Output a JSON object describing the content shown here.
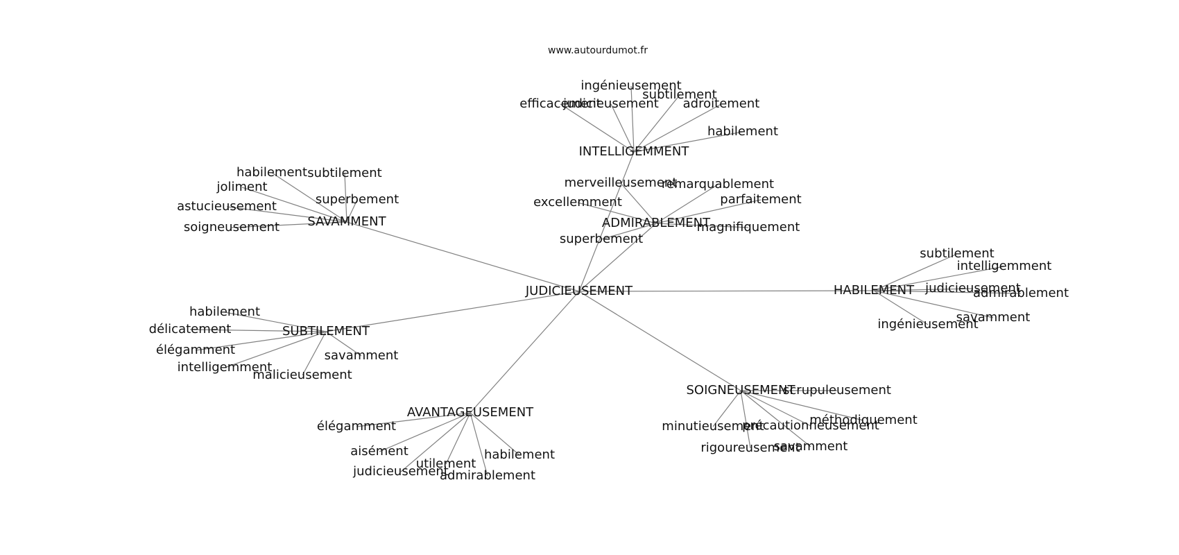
{
  "source_text": "www.autourdumot.fr",
  "colors": {
    "edge": "#808080",
    "text": "#111111",
    "background": "#ffffff"
  },
  "graph": {
    "center": "JUDICIEUSEMENT",
    "hubs": [
      {
        "id": "intelligemment",
        "label": "INTELLIGEMMENT",
        "leaves": [
          "ingénieusement",
          "efficacement",
          "judicieusement",
          "subtilement",
          "adroitement",
          "habilement"
        ]
      },
      {
        "id": "admirablement",
        "label": "ADMIRABLEMENT",
        "leaves": [
          "merveilleusement",
          "remarquablement",
          "parfaitement",
          "excellemment",
          "magnifiquement",
          "superbement"
        ]
      },
      {
        "id": "savamment",
        "label": "SAVAMMENT",
        "leaves": [
          "habilement",
          "subtilement",
          "joliment",
          "superbement",
          "astucieusement",
          "soigneusement"
        ]
      },
      {
        "id": "habilement",
        "label": "HABILEMENT",
        "leaves": [
          "subtilement",
          "intelligemment",
          "judicieusement",
          "admirablement",
          "savamment",
          "ingénieusement"
        ]
      },
      {
        "id": "subtilement",
        "label": "SUBTILEMENT",
        "leaves": [
          "habilement",
          "délicatement",
          "élégamment",
          "savamment",
          "intelligemment",
          "malicieusement"
        ]
      },
      {
        "id": "soigneusement",
        "label": "SOIGNEUSEMENT",
        "leaves": [
          "scrupuleusement",
          "méthodiquement",
          "minutieusement",
          "précautionneusement",
          "rigoureusement",
          "savamment"
        ]
      },
      {
        "id": "avantageusement",
        "label": "AVANTAGEUSEMENT",
        "leaves": [
          "élégamment",
          "aisément",
          "habilement",
          "utilement",
          "judicieusement",
          "admirablement"
        ]
      }
    ]
  }
}
